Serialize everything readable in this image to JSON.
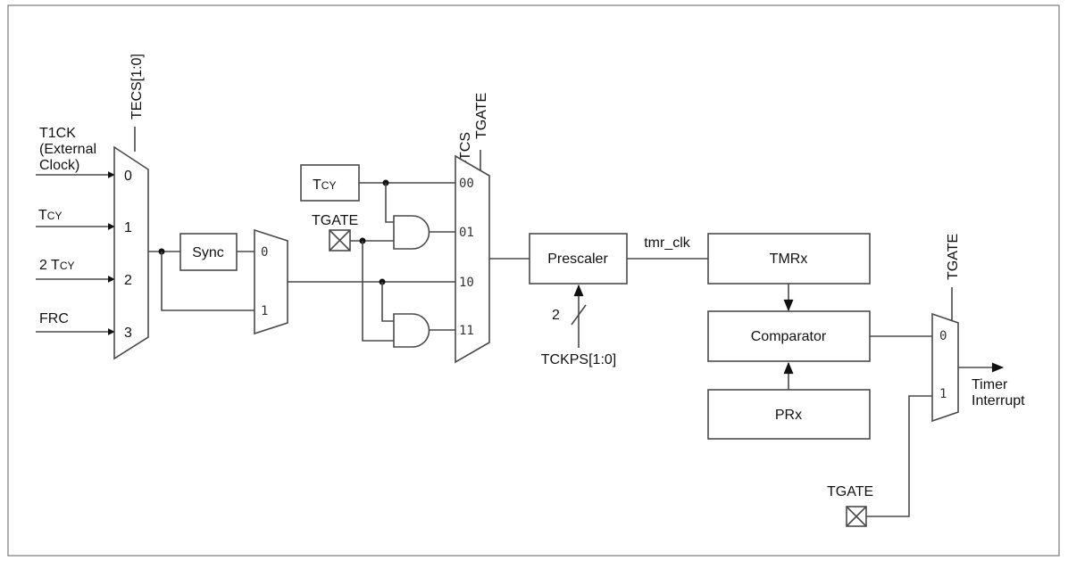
{
  "inputs": {
    "t1ck_line1": "T1CK",
    "t1ck_line2": "(External",
    "t1ck_line3": "Clock)",
    "tcy_t": "T",
    "tcy_sub": "CY",
    "two_tcy_prefix": "2 T",
    "two_tcy_sub": "CY",
    "frc": "FRC"
  },
  "mux1": {
    "select": "TECS[1:0]",
    "ports": [
      "0",
      "1",
      "2",
      "3"
    ]
  },
  "sync": {
    "label": "Sync"
  },
  "mux2": {
    "ports": [
      "0",
      "1"
    ]
  },
  "tcy_box": {
    "t": "T",
    "sub": "CY"
  },
  "tgate_gate_label": "TGATE",
  "mux3": {
    "select1": "TCS",
    "select2": "TGATE",
    "ports": [
      "00",
      "01",
      "10",
      "11"
    ]
  },
  "prescaler": {
    "label": "Prescaler",
    "width_label": "2",
    "select": "TCKPS[1:0]"
  },
  "tmr_clk": "tmr_clk",
  "tmrx": "TMRx",
  "comparator": "Comparator",
  "prx": "PRx",
  "mux4": {
    "select": "TGATE",
    "ports": [
      "0",
      "1"
    ]
  },
  "output": {
    "line1": "Timer",
    "line2": "Interrupt"
  },
  "tgate_bottom_label": "TGATE"
}
